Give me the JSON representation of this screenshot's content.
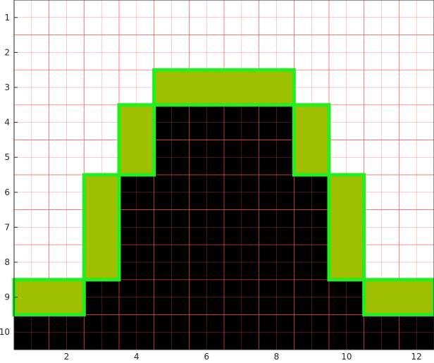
{
  "chart_data": {
    "type": "heatmap",
    "title": "",
    "xlabel": "",
    "ylabel": "",
    "xlim": [
      0.5,
      12.5
    ],
    "ylim": [
      10.5,
      0.5
    ],
    "y_reversed": true,
    "x_ticks": [
      2,
      4,
      6,
      8,
      10,
      12
    ],
    "y_ticks": [
      1,
      2,
      3,
      4,
      5,
      6,
      7,
      8,
      9,
      10
    ],
    "grid": true,
    "grid_color": "#ff4d4d",
    "colors": {
      "background": "#ffffff",
      "filled_cell": "#000000",
      "highlight_fill": "#9ec000",
      "highlight_stroke": "#22ee22",
      "axis": "#262626"
    },
    "grid_values": [
      [
        0,
        0,
        0,
        0,
        0,
        0,
        0,
        0,
        0,
        0,
        0,
        0
      ],
      [
        0,
        0,
        0,
        0,
        0,
        0,
        0,
        0,
        0,
        0,
        0,
        0
      ],
      [
        0,
        0,
        0,
        0,
        2,
        2,
        2,
        2,
        0,
        0,
        0,
        0
      ],
      [
        0,
        0,
        0,
        2,
        1,
        1,
        1,
        1,
        2,
        0,
        0,
        0
      ],
      [
        0,
        0,
        0,
        2,
        1,
        1,
        1,
        1,
        2,
        0,
        0,
        0
      ],
      [
        0,
        0,
        2,
        1,
        1,
        1,
        1,
        1,
        1,
        2,
        0,
        0
      ],
      [
        0,
        0,
        2,
        1,
        1,
        1,
        1,
        1,
        1,
        2,
        0,
        0
      ],
      [
        0,
        0,
        2,
        1,
        1,
        1,
        1,
        1,
        1,
        2,
        0,
        0
      ],
      [
        2,
        2,
        1,
        1,
        1,
        1,
        1,
        1,
        1,
        1,
        2,
        2
      ],
      [
        1,
        1,
        1,
        1,
        1,
        1,
        1,
        1,
        1,
        1,
        1,
        1
      ]
    ],
    "highlight_regions": [
      {
        "name": "region-left-base",
        "cols": [
          1,
          2
        ],
        "rows": [
          9,
          9
        ]
      },
      {
        "name": "region-left-mid",
        "cols": [
          3,
          3
        ],
        "rows": [
          6,
          8
        ]
      },
      {
        "name": "region-left-upper",
        "cols": [
          4,
          4
        ],
        "rows": [
          4,
          5
        ]
      },
      {
        "name": "region-top",
        "cols": [
          5,
          8
        ],
        "rows": [
          3,
          3
        ]
      },
      {
        "name": "region-right-upper",
        "cols": [
          9,
          9
        ],
        "rows": [
          4,
          5
        ]
      },
      {
        "name": "region-right-mid",
        "cols": [
          10,
          10
        ],
        "rows": [
          6,
          8
        ]
      },
      {
        "name": "region-right-base",
        "cols": [
          11,
          12
        ],
        "rows": [
          9,
          9
        ]
      }
    ]
  }
}
